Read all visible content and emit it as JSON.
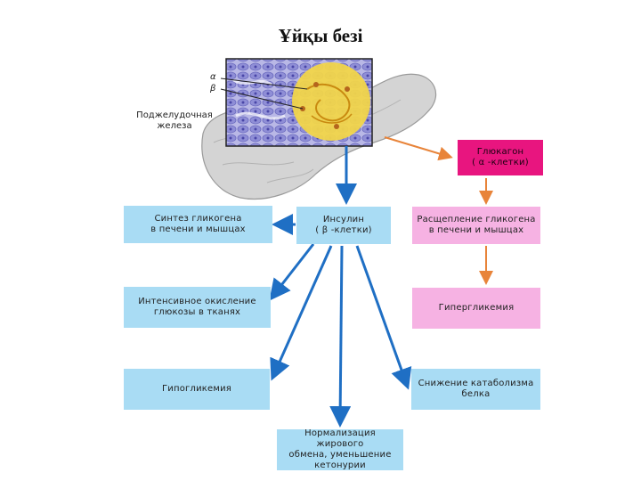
{
  "title": "Ұйқы безі",
  "organ_label": "Поджелудочная\nжелеза",
  "alpha_label": "α",
  "beta_label": "β",
  "boxes": {
    "glucagon": "Глюкагон\n( α -клетки)",
    "insulin": "Инсулин\n( β -клетки)",
    "synthesis": "Синтез гликогена\nв печени и мышцах",
    "breakdown": "Расщепление гликогена\nв печени и мышцах",
    "oxidation": "Интенсивное окисление\nглюкозы в тканях",
    "hyperglycemia": "Гипергликемия",
    "hypoglycemia": "Гипогликемия",
    "catabolism": "Снижение катаболизма\nбелка",
    "fat": "Нормализация жирового\nобмена, уменьшение\nкетонурии"
  },
  "colors": {
    "blue_box": "#a9dcf4",
    "pink_box": "#f6b2e3",
    "magenta_box": "#e8157f",
    "blue_arrow": "#1f6fc4",
    "orange_arrow": "#e8843a"
  }
}
